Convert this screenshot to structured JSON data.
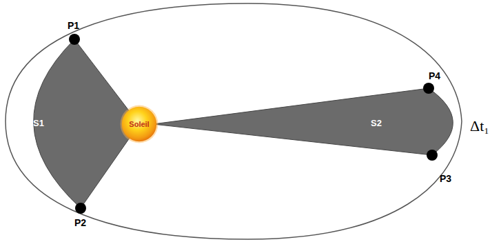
{
  "diagram": {
    "nodes": [
      {
        "text": [
          "Soleil"
        ]
      }
    ],
    "labels": [
      "P1",
      "P2",
      "P3",
      "P4",
      "S1",
      "S2",
      "Δt₁"
    ]
  }
}
